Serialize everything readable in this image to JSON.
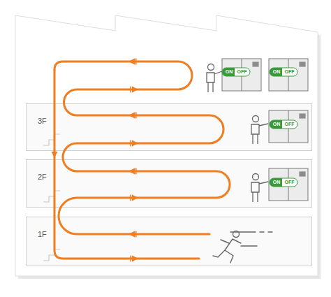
{
  "diagram": {
    "nodes": [
      {
        "text": [
          "3F"
        ]
      },
      {
        "text": [
          "2F"
        ]
      },
      {
        "text": [
          "1F"
        ]
      }
    ],
    "labels": [
      "ON",
      "OFF",
      "ON",
      "OFF",
      "ON",
      "OFF",
      "ON",
      "OFF"
    ]
  }
}
